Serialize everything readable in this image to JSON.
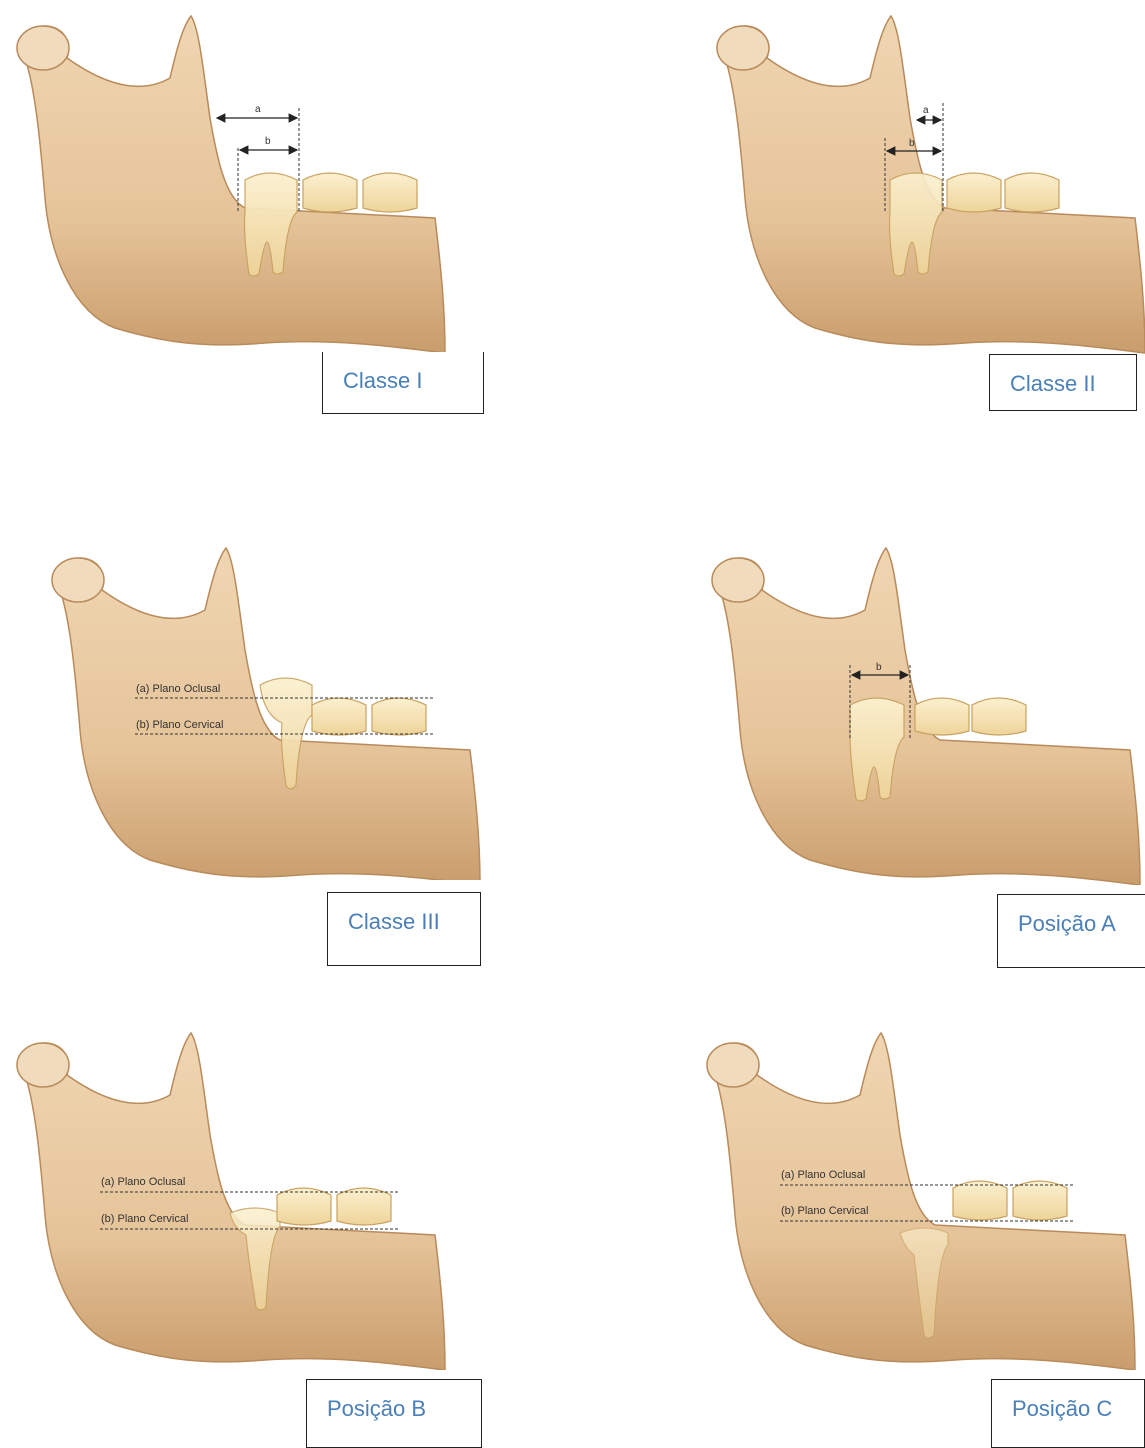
{
  "panels": [
    {
      "id": "classe-i",
      "label": "Classe I",
      "measure_a": "a",
      "measure_b": "b"
    },
    {
      "id": "classe-ii",
      "label": "Classe II",
      "measure_a": "a",
      "measure_b": "b"
    },
    {
      "id": "classe-iii",
      "label": "Classe III",
      "plane_a": "(a) Plano Oclusal",
      "plane_b": "(b) Plano Cervical"
    },
    {
      "id": "posicao-a",
      "label": "Posição A",
      "measure_b": "b"
    },
    {
      "id": "posicao-b",
      "label": "Posição B",
      "plane_a": "(a) Plano Oclusal",
      "plane_b": "(b) Plano Cervical"
    },
    {
      "id": "posicao-c",
      "label": "Posição C",
      "plane_a": "(a) Plano Oclusal",
      "plane_b": "(b) Plano Cervical"
    }
  ],
  "colors": {
    "bone": "#e8c9a0",
    "bone_shadow": "#c9a274",
    "bone_outline": "#a6784a",
    "tooth": "#f6e6b8",
    "tooth_outline": "#c9a260",
    "label_text": "#4a7fb8"
  }
}
